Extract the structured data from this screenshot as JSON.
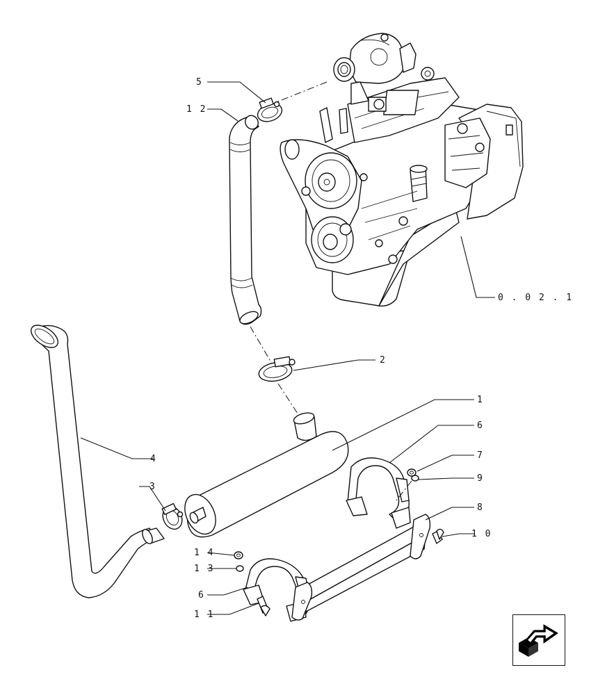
{
  "callouts": [
    {
      "id": "c5",
      "text": "5"
    },
    {
      "id": "c12",
      "text": "1 2"
    },
    {
      "id": "c002",
      "text": "0 . 0 2 . 1"
    },
    {
      "id": "c2",
      "text": "2"
    },
    {
      "id": "c1",
      "text": "1"
    },
    {
      "id": "c6a",
      "text": "6"
    },
    {
      "id": "c4",
      "text": "4"
    },
    {
      "id": "c7",
      "text": "7"
    },
    {
      "id": "c9",
      "text": "9"
    },
    {
      "id": "c3",
      "text": "3"
    },
    {
      "id": "c8",
      "text": "8"
    },
    {
      "id": "c10",
      "text": "1 0"
    },
    {
      "id": "c14",
      "text": "1 4"
    },
    {
      "id": "c13",
      "text": "1 3"
    },
    {
      "id": "c6b",
      "text": "6"
    },
    {
      "id": "c11",
      "text": "1 1"
    }
  ],
  "nav": {
    "icon": "next-page-arrow-icon"
  }
}
